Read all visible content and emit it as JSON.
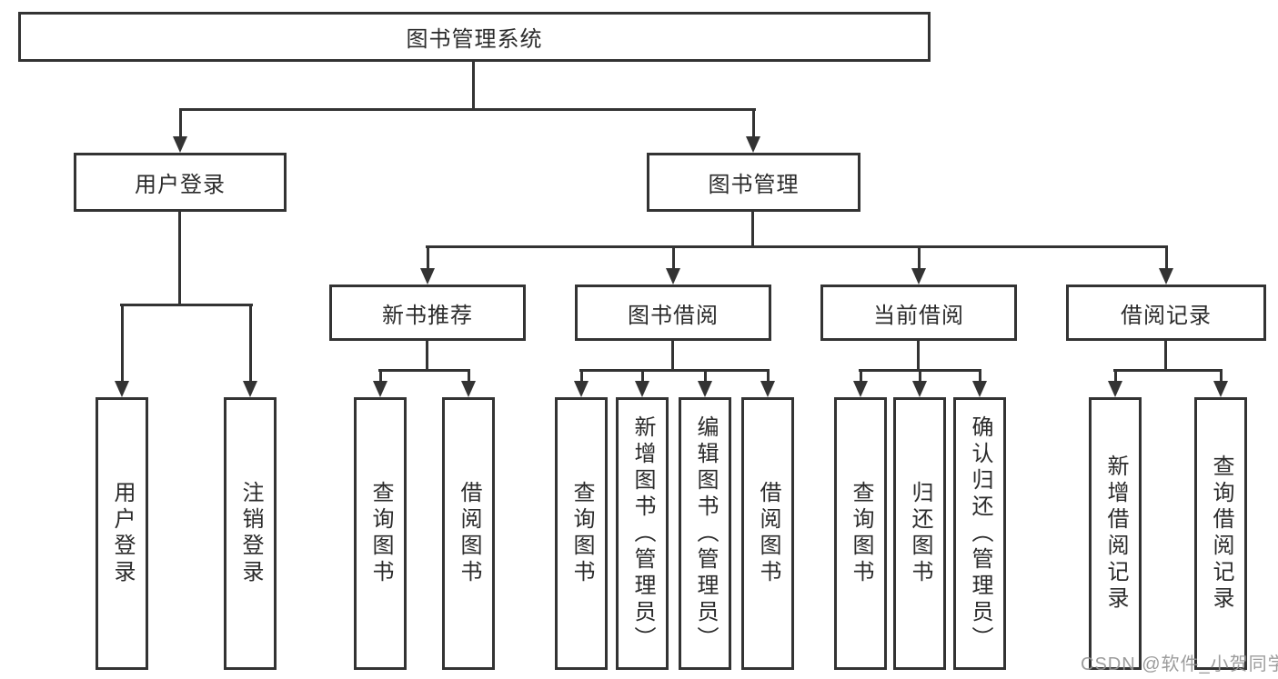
{
  "colors": {
    "line": "#333333",
    "box_border": "#333333",
    "box_fill": "#ffffff",
    "text": "#2b2b2b",
    "watermark": "#949494"
  },
  "tree": {
    "root": {
      "label": "图书管理系统"
    },
    "branches": [
      {
        "label": "用户登录",
        "children": [
          {
            "label": "用户登录"
          },
          {
            "label": "注销登录"
          }
        ]
      },
      {
        "label": "图书管理",
        "children": [
          {
            "label": "新书推荐",
            "children": [
              {
                "label": "查询图书"
              },
              {
                "label": "借阅图书"
              }
            ]
          },
          {
            "label": "图书借阅",
            "children": [
              {
                "label": "查询图书"
              },
              {
                "label": "新增图书（管理员）"
              },
              {
                "label": "编辑图书（管理员）"
              },
              {
                "label": "借阅图书"
              }
            ]
          },
          {
            "label": "当前借阅",
            "children": [
              {
                "label": "查询图书"
              },
              {
                "label": "归还图书"
              },
              {
                "label": "确认归还（管理员）"
              }
            ]
          },
          {
            "label": "借阅记录",
            "children": [
              {
                "label": "新增借阅记录"
              },
              {
                "label": "查询借阅记录"
              }
            ]
          }
        ]
      }
    ]
  },
  "watermark": {
    "text": "CSDN @软件_小贺同学"
  }
}
